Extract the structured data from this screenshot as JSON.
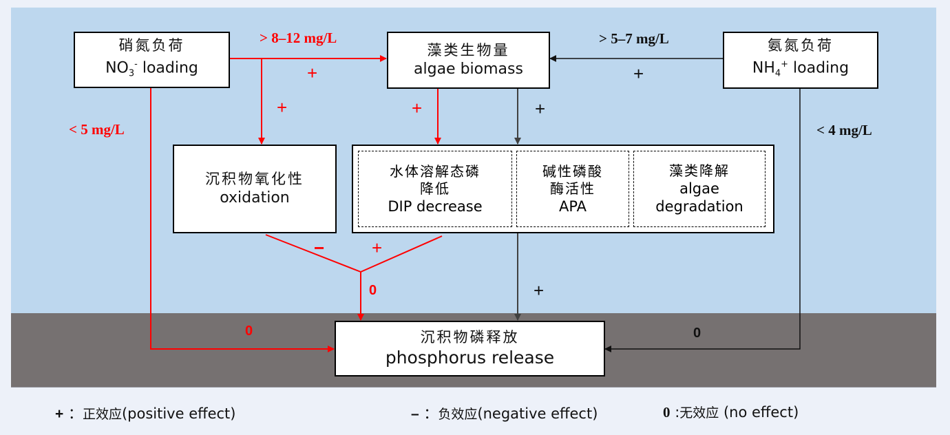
{
  "colors": {
    "water": "#bdd7ee",
    "sediment": "#767171",
    "red_path": "#ff0000",
    "black_path": "#111111",
    "gray_path": "#404040"
  },
  "nodes": {
    "nitrate": {
      "zh": "硝氮负荷",
      "en_main": "NO",
      "en_sub": "3",
      "en_sup": "-",
      "en_rest": " loading"
    },
    "algae": {
      "zh": "藻类生物量",
      "en": "algae biomass"
    },
    "ammonium": {
      "zh": "氨氮负荷",
      "en_main": "NH",
      "en_sub": "4",
      "en_sup": "+",
      "en_rest": " loading"
    },
    "oxidation": {
      "zh": "沉积物氧化性",
      "en": "oxidation"
    },
    "dip": {
      "zh1": "水体溶解态磷",
      "zh2": "降低",
      "en": "DIP decrease"
    },
    "apa": {
      "zh1": "碱性磷酸",
      "zh2": "酶活性",
      "en": "APA"
    },
    "degradation": {
      "zh": "藻类降解",
      "en1": "algae",
      "en2": "degradation"
    },
    "release": {
      "zh": "沉积物磷释放",
      "en": "phosphorus release"
    }
  },
  "edges": {
    "nitrate_to_algae": {
      "threshold": "> 8–12 mg/L",
      "effect": "+"
    },
    "nitrate_to_oxidation": {
      "effect": "+"
    },
    "nitrate_to_release": {
      "threshold": "< 5 mg/L",
      "effect": "0"
    },
    "ammonium_to_algae": {
      "threshold": "> 5–7 mg/L",
      "effect": "+"
    },
    "ammonium_to_release": {
      "threshold": "< 4 mg/L",
      "effect": "0"
    },
    "algae_to_dip": {
      "effect": "+"
    },
    "algae_to_group": {
      "effect": "+"
    },
    "oxidation_merge": {
      "effect": "−"
    },
    "dip_merge": {
      "effect": "+"
    },
    "merge_to_release": {
      "effect": "0"
    },
    "group_to_release": {
      "effect": "+"
    }
  },
  "legend": {
    "positive": {
      "symbol": "+",
      "sep": "：",
      "zh": "正效应",
      "en": "(positive effect)"
    },
    "negative": {
      "symbol": "–",
      "sep": "：",
      "zh": "负效应",
      "en": "(negative effect)"
    },
    "none": {
      "symbol": "0",
      "sep": ":",
      "zh": "无效应",
      "en": " (no effect)"
    }
  }
}
